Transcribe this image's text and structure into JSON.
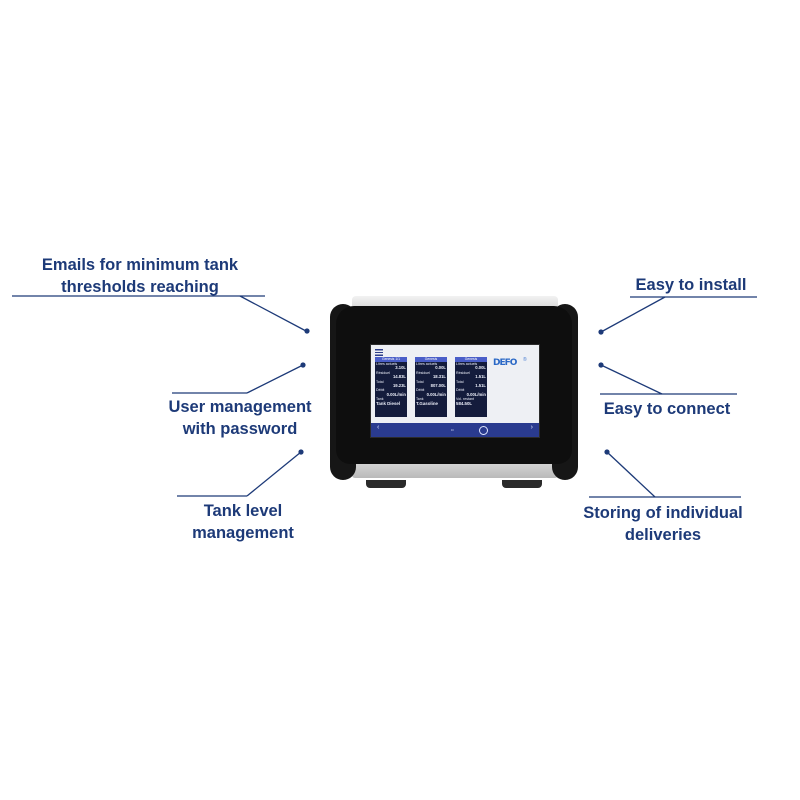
{
  "callouts": {
    "emails": [
      "Emails for minimum tank",
      "thresholds reaching"
    ],
    "user": [
      "User management",
      "with password"
    ],
    "tank": [
      "Tank level",
      "management"
    ],
    "install": [
      "Easy to install"
    ],
    "connect": [
      "Easy to connect"
    ],
    "storing": [
      "Storing of individual",
      "deliveries"
    ]
  },
  "screen": {
    "panels": [
      {
        "header": "Genesis 1/1",
        "rows": [
          {
            "label": "Litres actuels",
            "value": "3.10L"
          },
          {
            "label": "Résiduel",
            "value": "14.83L"
          },
          {
            "label": "Total",
            "value": "19.23L"
          },
          {
            "label": "Débit",
            "value": "0.00L/min"
          }
        ],
        "tank_label": "Tank",
        "tank": "Tank Diesel"
      },
      {
        "header": "Genesis",
        "rows": [
          {
            "label": "Litres actuels",
            "value": "0.00L"
          },
          {
            "label": "Résiduel",
            "value": "18.31L"
          },
          {
            "label": "Total",
            "value": "807.00L"
          },
          {
            "label": "Débit",
            "value": "0.00L/min"
          }
        ],
        "tank_label": "Tank",
        "tank": "T.Gasoline"
      },
      {
        "header": "Genesis",
        "rows": [
          {
            "label": "Litres actuels",
            "value": "0.00L"
          },
          {
            "label": "Résiduel",
            "value": "1.51L"
          },
          {
            "label": "Total",
            "value": "1.51L"
          },
          {
            "label": "Débit",
            "value": "0.00L/min"
          }
        ],
        "tank_label": "Vol. restant",
        "tank": "584.50L"
      }
    ],
    "logo_text": "DEFO",
    "logo_reg": "®",
    "nav_left": "‹",
    "nav_right": "›",
    "nav_dots": "••"
  },
  "colors": {
    "callout_text": "#1d3a78",
    "screen_nav": "#2a3b8f",
    "panel_bg": "#141c3c",
    "panel_header": "#4a5ec8"
  }
}
